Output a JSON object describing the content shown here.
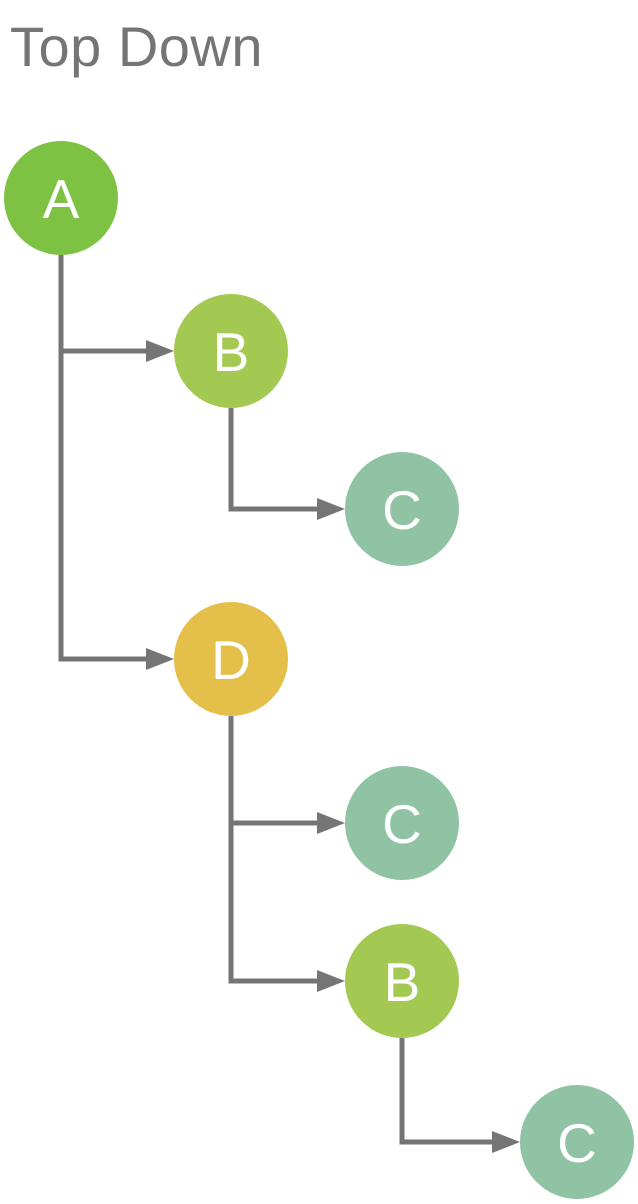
{
  "title": "Top Down",
  "colors": {
    "background": "#ffffff",
    "title_text": "#757575",
    "connector": "#757575",
    "node_label": "#ffffff",
    "green": "#7DC243",
    "yellow_green": "#A4C952",
    "sea_green": "#8FC3A4",
    "gold": "#E4C04A"
  },
  "diagram": {
    "type": "tree",
    "orientation": "top-down",
    "nodes": [
      {
        "id": "a",
        "label": "A",
        "color": "#7DC243"
      },
      {
        "id": "b1",
        "label": "B",
        "color": "#A4C952"
      },
      {
        "id": "c1",
        "label": "C",
        "color": "#8FC3A4"
      },
      {
        "id": "d",
        "label": "D",
        "color": "#E4C04A"
      },
      {
        "id": "c2",
        "label": "C",
        "color": "#8FC3A4"
      },
      {
        "id": "b2",
        "label": "B",
        "color": "#A4C952"
      },
      {
        "id": "c3",
        "label": "C",
        "color": "#8FC3A4"
      }
    ],
    "edges": [
      {
        "from": "a",
        "to": "b1"
      },
      {
        "from": "a",
        "to": "d"
      },
      {
        "from": "b1",
        "to": "c1"
      },
      {
        "from": "d",
        "to": "c2"
      },
      {
        "from": "d",
        "to": "b2"
      },
      {
        "from": "b2",
        "to": "c3"
      }
    ]
  }
}
